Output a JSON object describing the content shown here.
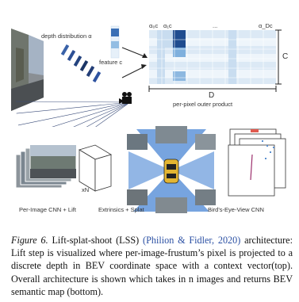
{
  "top": {
    "depth_label": "depth distribution α",
    "feature_label": "feature c",
    "col_labels": [
      "α₀c",
      "α₁c",
      "...",
      "α_Dc"
    ],
    "c_label": "C",
    "d_label": "D",
    "outer_label": "per-pixel outer product"
  },
  "bottom": {
    "xn_label": "xN",
    "stage_labels": [
      "Per-Image CNN + Lift",
      "Extrinsics + Splat",
      "Bird's-Eye-View CNN"
    ]
  },
  "caption": {
    "figure_label": "Figure 6.",
    "text_before": " Lift-splat-shoot (LSS) ",
    "citation": "(Philion & Fidler, 2020)",
    "text_after": " architecture: Lift step is visualized where per-image-frustum’s pixel is projected to a discrete depth in BEV coordinate space with a context vector(top). Overall architecture is shown which takes in n images and returns BEV semantic map (bottom)."
  },
  "colors": {
    "grid_light": "#e8f1fa",
    "grid_mid": "#a9cbe8",
    "grid_dark": "#1f4c8f",
    "blue": "#5a8fd0",
    "red": "#e05a4f",
    "caption_link": "#2a4fa3"
  }
}
